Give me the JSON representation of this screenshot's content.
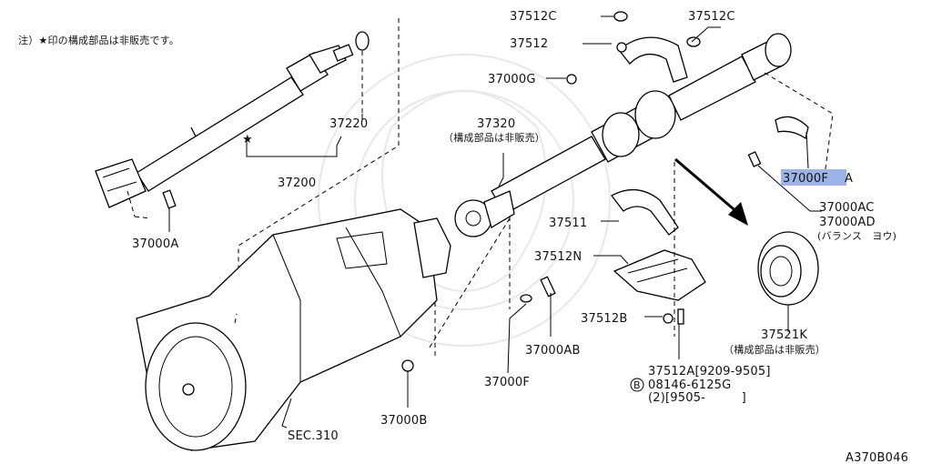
{
  "note": "注）★印の構成部品は非販売です。",
  "diagram_code": "A370B046",
  "parts": {
    "p37200": "37200",
    "p37220": "37220",
    "p37000A": "37000A",
    "p37320": "37320",
    "p37320_note": "（構成部品は非販売）",
    "p37512C_left": "37512C",
    "p37512C_right": "37512C",
    "p37512": "37512",
    "p37000G": "37000G",
    "p37000F_hl": "37000F",
    "p37000F_suffix": "A",
    "p37000AC": "37000AC",
    "p37000AD": "37000AD",
    "p37000AD_note": "(バランス　ヨウ)",
    "p37511": "37511",
    "p37512N": "37512N",
    "p37512B": "37512B",
    "p37000AB": "37000AB",
    "p37000F": "37000F",
    "p37000B": "37000B",
    "p37521K": "37521K",
    "p37521K_note": "（構成部品は非販売）",
    "p37512A": "37512A[9209-9505]",
    "bolt_badge": "B",
    "bolt_code": "08146-6125G",
    "bolt_qty": "(2)[9505-　　　]",
    "sec310": "SEC.310",
    "star": "★"
  }
}
